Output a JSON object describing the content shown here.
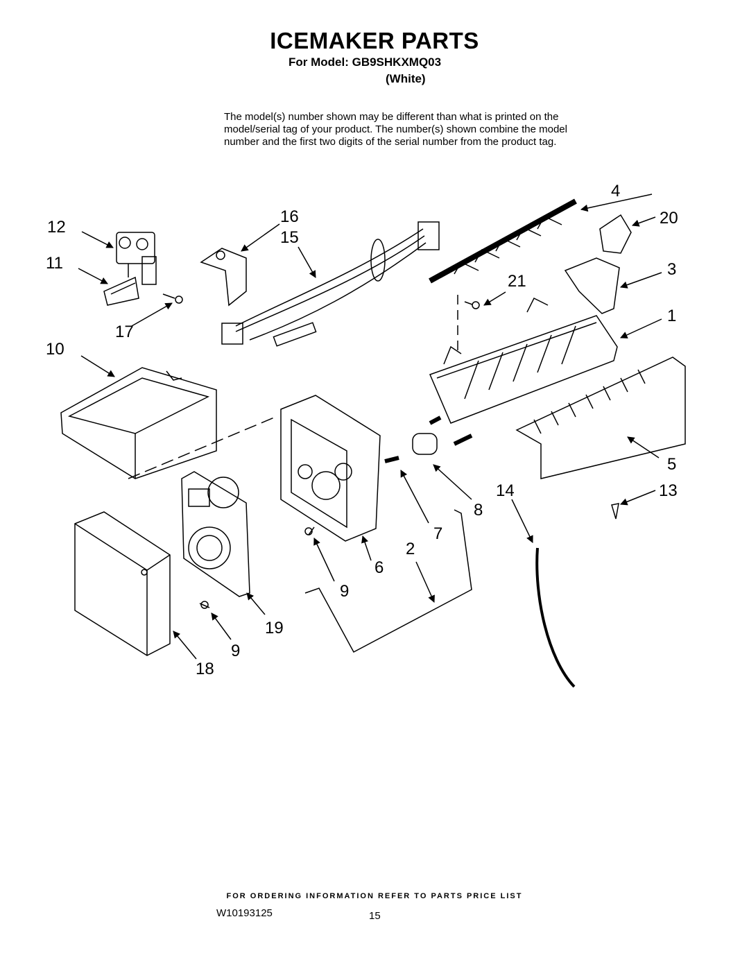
{
  "header": {
    "title": "ICEMAKER PARTS",
    "model_line": "For Model: GB9SHKXMQ03",
    "color_line": "(White)"
  },
  "note": {
    "line1": "The model(s) number shown may be different than what is printed on the",
    "line2": "model/serial tag of your product. The number(s) shown combine the model",
    "line3": "number and the first two digits of the serial number from the product tag."
  },
  "callouts": [
    "1",
    "2",
    "3",
    "4",
    "5",
    "6",
    "7",
    "8",
    "9",
    "9",
    "10",
    "11",
    "12",
    "13",
    "14",
    "15",
    "16",
    "17",
    "18",
    "19",
    "20",
    "21"
  ],
  "footer": {
    "ordering": "FOR ORDERING INFORMATION REFER TO PARTS PRICE LIST",
    "doc_number": "W10193125",
    "page_number": "15"
  }
}
